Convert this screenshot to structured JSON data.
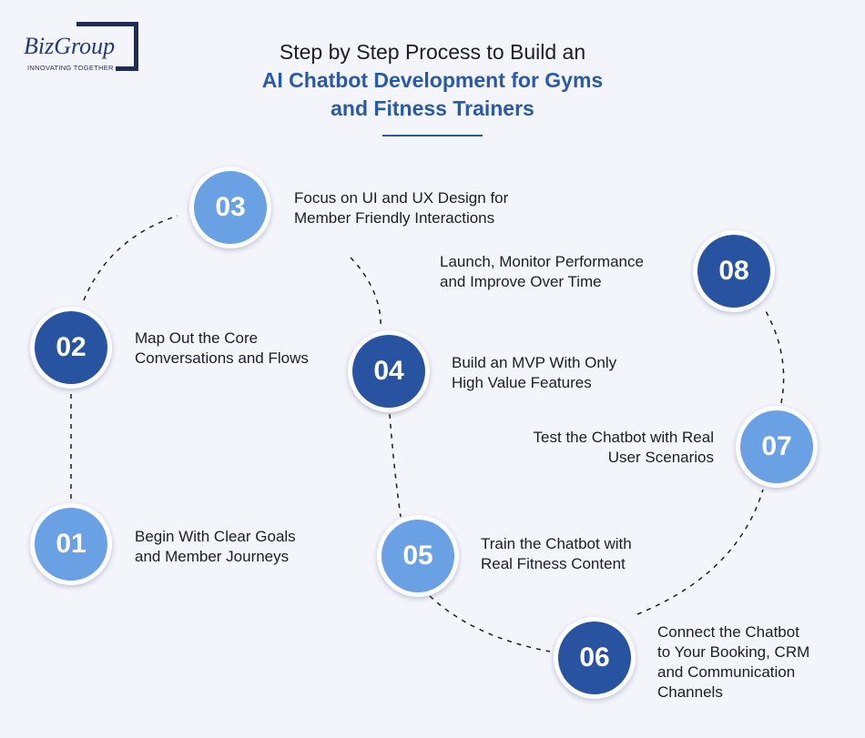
{
  "logo": {
    "name": "BizGroup",
    "tagline": "INNOVATING TOGETHER"
  },
  "title": {
    "line1": "Step by Step Process to Build an",
    "line2": "AI Chatbot Development for Gyms",
    "line3": "and Fitness Trainers"
  },
  "steps": [
    {
      "num": "01",
      "line1": "Begin With Clear Goals",
      "line2": "and Member Journeys"
    },
    {
      "num": "02",
      "line1": "Map Out the Core",
      "line2": "Conversations and Flows"
    },
    {
      "num": "03",
      "line1": "Focus on UI and UX Design for",
      "line2": "Member Friendly Interactions"
    },
    {
      "num": "04",
      "line1": "Build an MVP With Only",
      "line2": "High Value Features"
    },
    {
      "num": "05",
      "line1": "Train the Chatbot with",
      "line2": "Real Fitness Content"
    },
    {
      "num": "06",
      "line1": "Connect the Chatbot",
      "line2": "to Your Booking, CRM",
      "line3": "and Communication",
      "line4": "Channels"
    },
    {
      "num": "07",
      "line1": "Test the Chatbot with Real",
      "line2": "User Scenarios"
    },
    {
      "num": "08",
      "line1": "Launch, Monitor Performance",
      "line2": "and Improve Over Time"
    }
  ],
  "colors": {
    "dark": "#2753a0",
    "light": "#6aa1e4",
    "accent": "#2a5aa6"
  }
}
